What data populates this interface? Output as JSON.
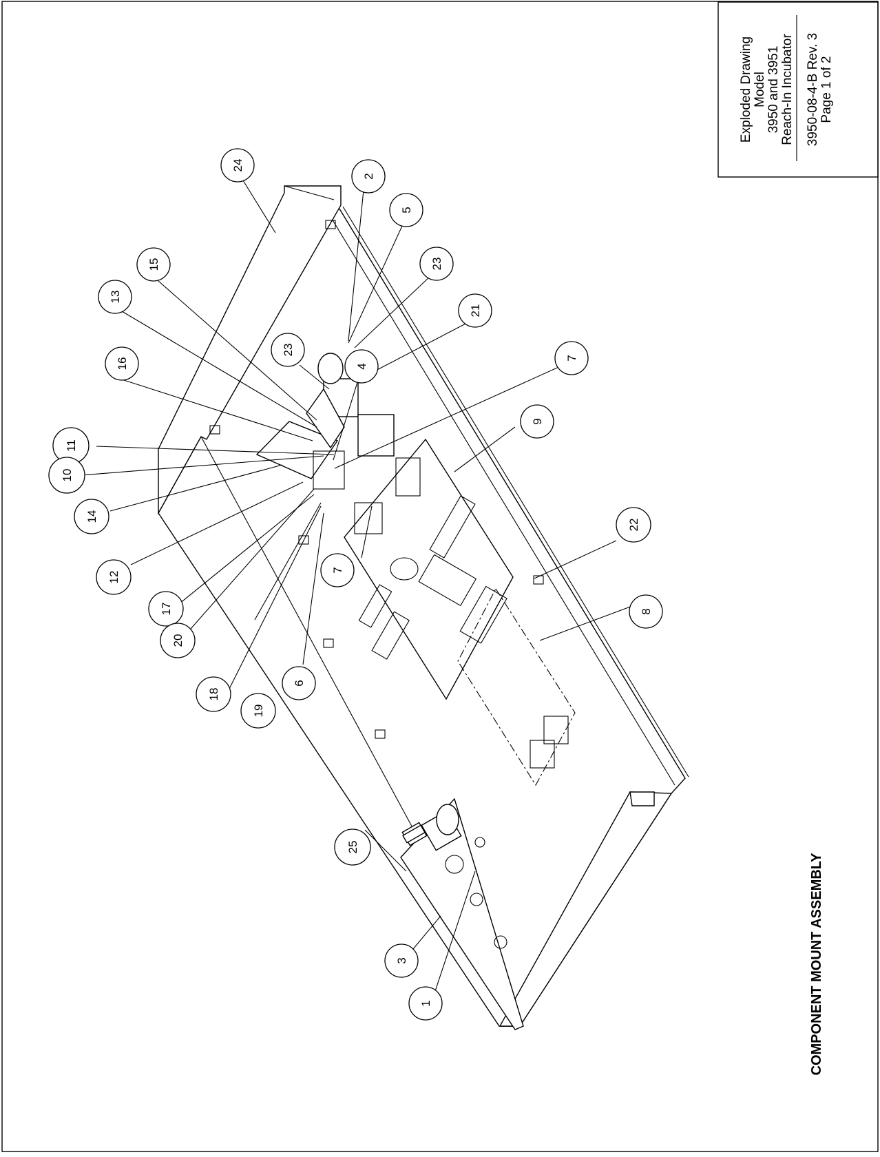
{
  "title_block": {
    "title_lines": [
      "Exploded Drawing",
      "Model",
      "3950 and 3951",
      "Reach-In Incubator"
    ],
    "doc_lines": [
      "3950-08-4-B Rev. 3",
      "Page 1 of 2"
    ]
  },
  "assembly_label": "COMPONENT MOUNT ASSEMBLY",
  "balloons": [
    "24",
    "2",
    "5",
    "23",
    "21",
    "15",
    "13",
    "16",
    "23",
    "4",
    "7",
    "11",
    "10",
    "14",
    "12",
    "17",
    "20",
    "9",
    "22",
    "7",
    "8",
    "18",
    "19",
    "6",
    "25",
    "3",
    "1"
  ]
}
